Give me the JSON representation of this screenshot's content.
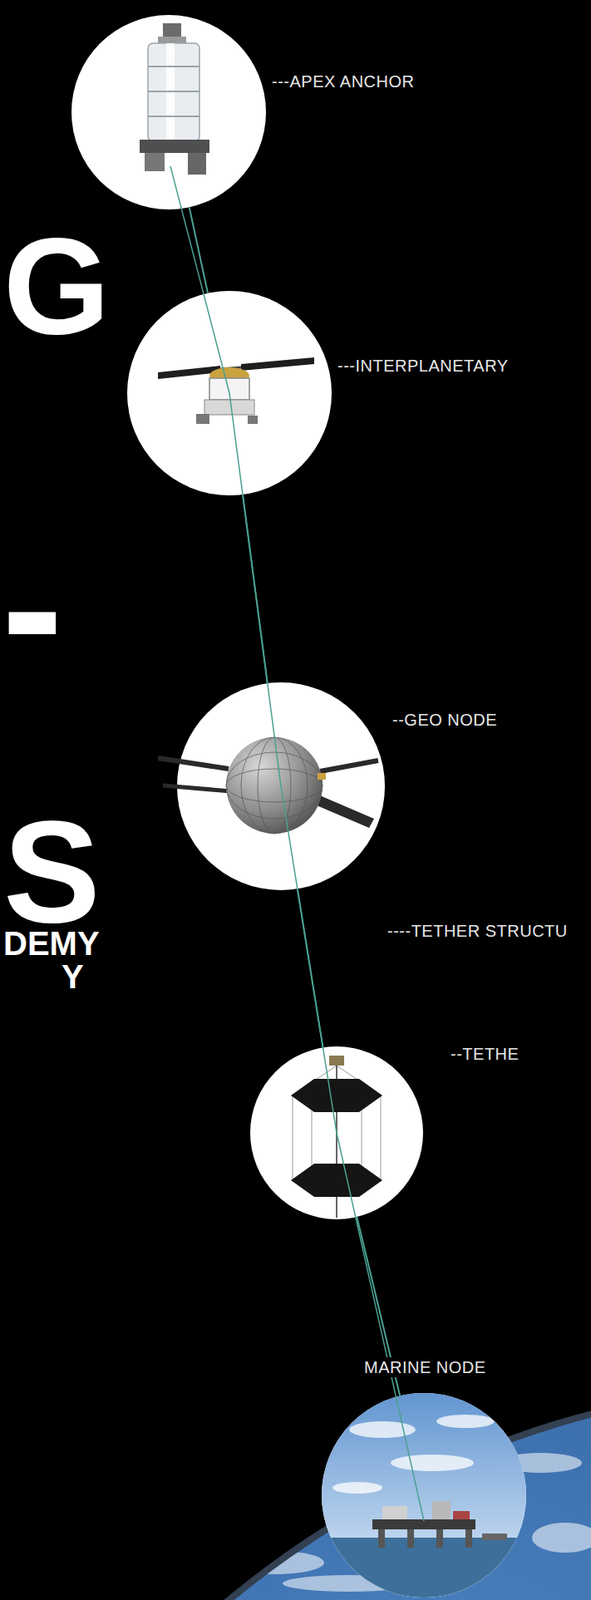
{
  "diagram": {
    "nodes": [
      {
        "text": [
          "---APEX ANCHOR"
        ]
      },
      {
        "text": [
          "---INTERPLANETARY"
        ]
      },
      {
        "text": [
          "--GEO NODE"
        ]
      },
      {
        "text": [
          "--TETHE"
        ]
      },
      {
        "text": [
          "MARINE NODE"
        ]
      }
    ],
    "edges": [
      {
        "from": 0,
        "to": 1,
        "arrow": "none"
      },
      {
        "from": 1,
        "to": 2,
        "arrow": "none"
      },
      {
        "from": 2,
        "to": 3,
        "arrow": "none"
      },
      {
        "from": 3,
        "to": 4,
        "arrow": "none"
      }
    ],
    "labels": [
      "G",
      "-",
      "S",
      "DEMY",
      "Y",
      "----TETHER STRUCTU"
    ]
  }
}
